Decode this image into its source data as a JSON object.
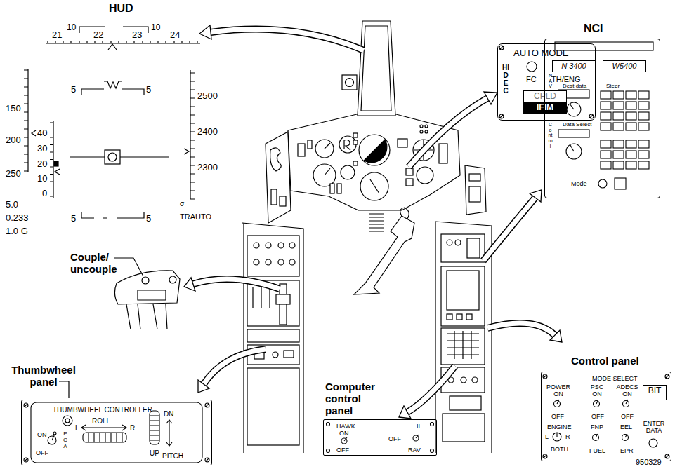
{
  "diagram": {
    "nodes": [
      {
        "text": [
          "AUTO MODE",
          "HIDEC",
          "FC",
          "TH/ENG"
        ]
      },
      {
        "text": [
          "CPLD",
          "IFIM"
        ],
        "in": 0
      },
      {
        "text": [
          "NCI",
          "NAV",
          "Dest data",
          "Steer",
          "Data Select",
          "Control",
          "Mode"
        ]
      },
      {
        "text": [
          "N 3400"
        ],
        "in": 2
      },
      {
        "text": [
          "W5400"
        ],
        "in": 2
      },
      {
        "text": [
          "Thumbwheel panel",
          "THUMBWHEEL CONTROLLER",
          "ON",
          "PCA",
          "OFF",
          "L",
          "ROLL",
          "R",
          "DN",
          "UP",
          "PITCH"
        ]
      },
      {
        "text": [
          "Computer control panel",
          "HAWK",
          "ON",
          "OFF",
          "II",
          "OFF",
          "RAV"
        ]
      },
      {
        "text": [
          "Control panel",
          "MODE SELECT",
          "POWER ON",
          "OFF",
          "PSC ON",
          "OFF",
          "ADECS ON",
          "OFF",
          "ENGINE",
          "L",
          "R",
          "BOTH",
          "FNP",
          "FUEL",
          "EEL",
          "EPR",
          "ENTER DATA"
        ]
      },
      {
        "text": [
          "BIT"
        ],
        "in": 7
      }
    ],
    "labels": [
      "HUD",
      "21",
      "10",
      "22",
      "23",
      "10",
      "24",
      "5",
      "5",
      "150",
      "2500",
      "40",
      "200",
      "2400",
      "30",
      "20",
      "250",
      "2300",
      "10",
      "0",
      "5.0",
      "5",
      "5",
      "σ",
      "0.233",
      "TRAUTO",
      "1.0 G",
      "Couple/ uncouple",
      "950329"
    ]
  }
}
